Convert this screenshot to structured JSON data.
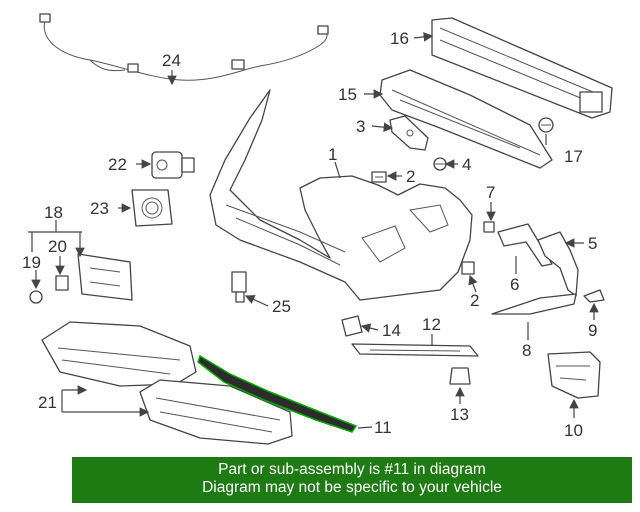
{
  "diagram": {
    "highlighted_part": "11",
    "part_labels": {
      "p1": "1",
      "p2a": "2",
      "p2b": "2",
      "p3": "3",
      "p4": "4",
      "p5": "5",
      "p6": "6",
      "p7": "7",
      "p8": "8",
      "p9": "9",
      "p10": "10",
      "p11": "11",
      "p12": "12",
      "p13": "13",
      "p14": "14",
      "p15": "15",
      "p16": "16",
      "p17": "17",
      "p18": "18",
      "p19": "19",
      "p20": "20",
      "p21": "21",
      "p22": "22",
      "p23": "23",
      "p24": "24",
      "p25": "25"
    }
  },
  "banner": {
    "line1": "Part or sub-assembly is #11 in diagram",
    "line2": "Diagram may not be specific to your vehicle",
    "background_color": "#1e7a12",
    "text_color": "#ffffff"
  }
}
